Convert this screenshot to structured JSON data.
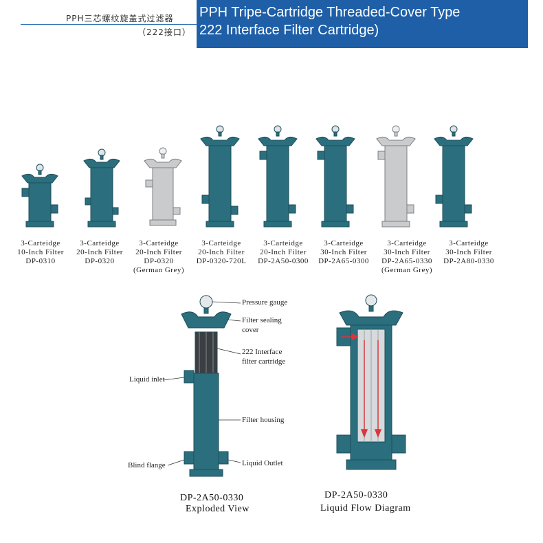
{
  "header": {
    "cn_line1": "PPH三芯螺纹旋盖式过滤器",
    "cn_line2": "（222接口）",
    "en_line1": "PPH Tripe-Cartridge Threaded-Cover Type",
    "en_line2": "222 Interface Filter Cartridge)"
  },
  "products": [
    {
      "line1": "3-Carteidge",
      "line2": "10-Inch Filter",
      "line3": "DP-0310",
      "line4": ""
    },
    {
      "line1": "3-Carteidge",
      "line2": "20-Inch Filter",
      "line3": "DP-0320",
      "line4": ""
    },
    {
      "line1": "3-Carteidge",
      "line2": "20-Inch Filter",
      "line3": "DP-0320",
      "line4": "(German Grey)"
    },
    {
      "line1": "3-Carteidge",
      "line2": "20-Inch Filter",
      "line3": "DP-0320-720L",
      "line4": ""
    },
    {
      "line1": "3-Carteidge",
      "line2": "20-Inch Filter",
      "line3": "DP-2A50-0300",
      "line4": ""
    },
    {
      "line1": "3-Carteidge",
      "line2": "30-Inch Filter",
      "line3": "DP-2A65-0300",
      "line4": ""
    },
    {
      "line1": "3-Carteidge",
      "line2": "30-Inch Filter",
      "line3": "DP-2A65-0330",
      "line4": "(German Grey)"
    },
    {
      "line1": "3-Carteidge",
      "line2": "30-Inch Filter",
      "line3": "DP-2A80-0330",
      "line4": ""
    }
  ],
  "exploded": {
    "pressure_gauge": "Pressure gauge",
    "sealing_cover_1": "Filter sealing",
    "sealing_cover_2": "cover",
    "cartridge_1": "222 Interface",
    "cartridge_2": "filter cartridge",
    "liquid_inlet": "Liquid inlet",
    "filter_housing": "Filter housing",
    "blind_flange": "Blind flange",
    "liquid_outlet": "Liquid Outlet",
    "model": "DP-2A50-0330",
    "view": "Exploded View"
  },
  "flow": {
    "model": "DP-2A50-0330",
    "view": "Liquid Flow Diagram"
  },
  "colors": {
    "header_bg": "#1e5fa8",
    "housing_teal": "#2b6f7e",
    "housing_grey": "#c9cbcd"
  }
}
